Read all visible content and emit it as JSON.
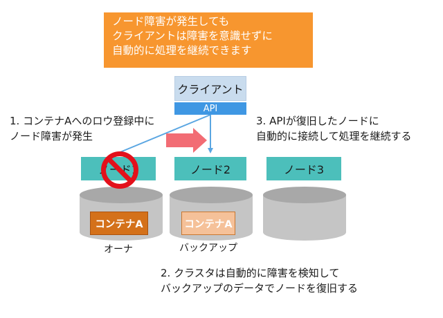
{
  "banner": {
    "line1": "ノード障害が発生しても",
    "line2": "クライアントは障害を意識せずに",
    "line3": "自動的に処理を継続できます"
  },
  "client": {
    "label": "クライアント",
    "api_label": "API"
  },
  "notes": {
    "step1": {
      "line1": "1. コンテナAへのロウ登録中に",
      "line2": "ノード障害が発生"
    },
    "step2": {
      "line1": "2. クラスタは自動的に障害を検知して",
      "line2": "バックアップのデータでノードを復旧する"
    },
    "step3": {
      "line1": "3.  APIが復旧したノードに",
      "line2": "自動的に接続して処理を継続する"
    }
  },
  "nodes": [
    {
      "label": "ノード1",
      "status": "failed"
    },
    {
      "label": "ノード2",
      "status": "active"
    },
    {
      "label": "ノード3",
      "status": "active"
    }
  ],
  "containers": [
    {
      "label": "コンテナA",
      "role": "オーナ"
    },
    {
      "label": "コンテナA",
      "role": "バックアップ"
    }
  ],
  "icons": {
    "failure": "prohibited-icon",
    "failover": "right-arrow-icon"
  },
  "colors": {
    "banner": "#f7962f",
    "client": "#c9dcee",
    "api": "#3f97e3",
    "node": "#4cbfbb",
    "container_owner": "#d4711a",
    "container_backup": "#f5c199",
    "prohibited": "#e3101b",
    "failover_arrow": "#f26c74",
    "connection_line": "#5aa6e2"
  }
}
